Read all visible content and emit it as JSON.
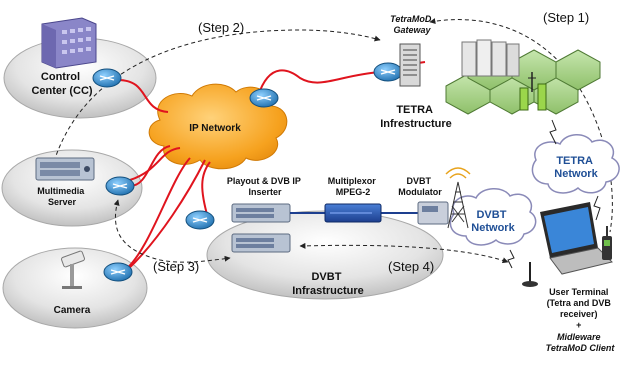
{
  "steps": {
    "step1": "(Step 1)",
    "step2": "(Step 2)",
    "step3": "(Step 3)",
    "step4": "(Step 4)"
  },
  "nodes": {
    "control_center": [
      "Control",
      "Center (CC)"
    ],
    "multimedia_server": [
      "Multimedia",
      "Server"
    ],
    "camera": "Camera",
    "ip_network": "IP Network",
    "tetramod_gateway": [
      "TetraMoD",
      "Gateway"
    ],
    "tetra_infrastructure": [
      "TETRA",
      "Infrestructure"
    ],
    "tetra_network": [
      "TETRA",
      "Network"
    ],
    "dvbt_network": [
      "DVBT",
      "Network"
    ],
    "playout_inserter": [
      "Playout & DVB IP",
      "Inserter"
    ],
    "multiplexor": [
      "Multiplexor",
      "MPEG-2"
    ],
    "dvbt_modulator": [
      "DVBT",
      "Modulator"
    ],
    "dvbt_infrastructure": [
      "DVBT",
      "Infrastructure"
    ],
    "user_terminal": [
      "User Terminal",
      "(Tetra and DVB",
      "receiver)",
      "+",
      "Midleware",
      "TetraMoD Client"
    ]
  },
  "colors": {
    "link_red": "#e0141e",
    "cloud_orange": "#f6a21f",
    "disk_gray": "#d8d8d8",
    "router_blue": "#2f86c6",
    "hex_green": "#a9d18e",
    "cloud_text": "#1f4f96"
  }
}
